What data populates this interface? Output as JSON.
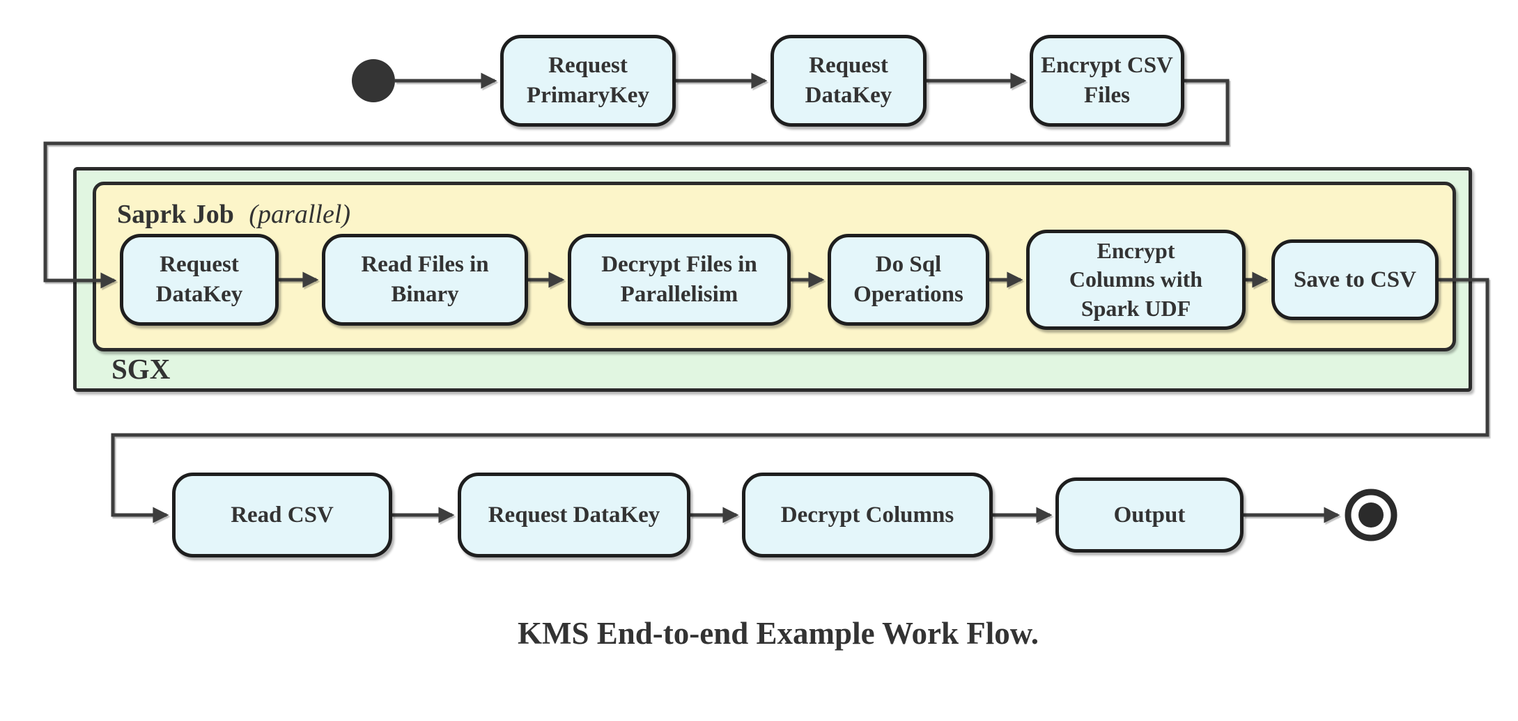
{
  "diagram": {
    "caption": "KMS End-to-end Example Work Flow.",
    "top_row": [
      {
        "label": "Request PrimaryKey"
      },
      {
        "label": "Request DataKey"
      },
      {
        "label": "Encrypt CSV Files"
      }
    ],
    "sgx_container": {
      "label": "SGX"
    },
    "spark_container": {
      "name": "Saprk Job",
      "mode": "(parallel)"
    },
    "spark_row": [
      {
        "label": "Request DataKey"
      },
      {
        "label": "Read Files in Binary"
      },
      {
        "label": "Decrypt Files in Parallelisim"
      },
      {
        "label": "Do Sql Operations"
      },
      {
        "label": "Encrypt Columns with Spark UDF"
      },
      {
        "label": "Save to CSV"
      }
    ],
    "bottom_row": [
      {
        "label": "Read CSV"
      },
      {
        "label": "Request DataKey"
      },
      {
        "label": "Decrypt Columns"
      },
      {
        "label": "Output"
      }
    ],
    "terminals": {
      "start": "initial-state",
      "end": "final-state"
    },
    "colors": {
      "node_fill": "#e4f6fa",
      "sgx_fill": "#e1f6e1",
      "spark_fill": "#fcf5c9",
      "border": "#1e1e1e",
      "line": "#3d3d3d",
      "text": "#333333"
    }
  }
}
